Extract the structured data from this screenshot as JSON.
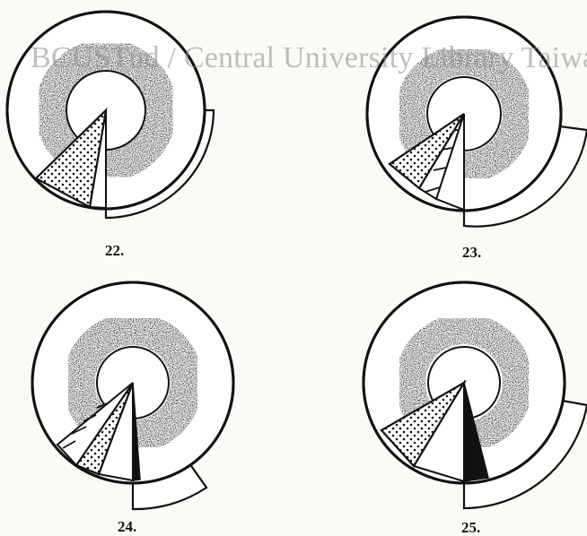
{
  "watermark": "BCUSTud / Central University Library Taiwan",
  "figures": [
    {
      "label": "22."
    },
    {
      "label": "23."
    },
    {
      "label": "24."
    },
    {
      "label": "25."
    }
  ]
}
